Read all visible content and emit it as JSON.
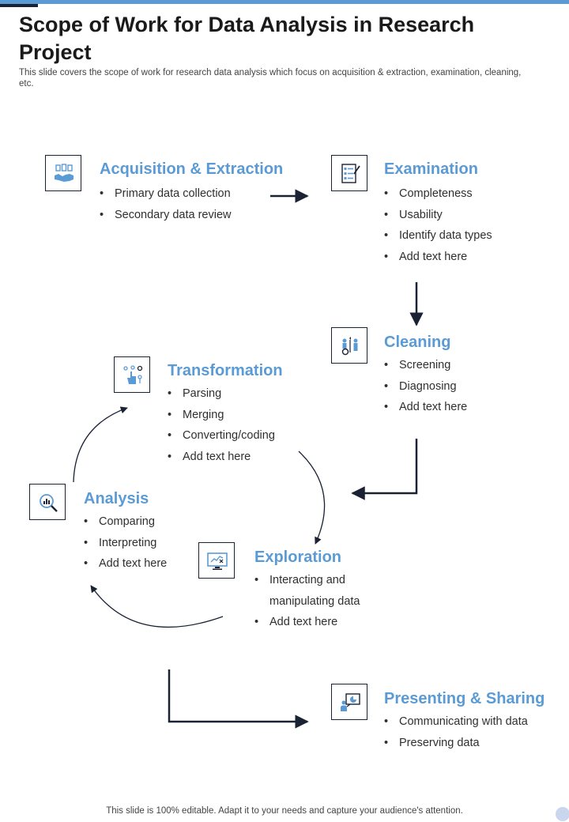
{
  "page": {
    "title": "Scope of Work for Data Analysis in Research Project",
    "subtitle": "This slide covers the scope of work for research data analysis which focus on acquisition & extraction, examination, cleaning, etc.",
    "footer": "This slide is 100% editable. Adapt it to your needs and capture your audience's attention."
  },
  "colors": {
    "accent": "#5b9bd5",
    "dark": "#1a2233",
    "text": "#2f2f2f"
  },
  "stages": {
    "acquisition": {
      "icon": "handshake-icon",
      "heading": "Acquisition & Extraction",
      "items": [
        "Primary data collection",
        "Secondary data review"
      ]
    },
    "examination": {
      "icon": "checklist-icon",
      "heading": "Examination",
      "items": [
        "Completeness",
        "Usability",
        "Identify data types",
        "Add text here"
      ]
    },
    "cleaning": {
      "icon": "people-gear-icon",
      "heading": "Cleaning",
      "items": [
        "Screening",
        "Diagnosing",
        "Add text here"
      ]
    },
    "transformation": {
      "icon": "hand-gear-icon",
      "heading": "Transformation",
      "items": [
        "Parsing",
        "Merging",
        "Converting/coding",
        "Add text here"
      ]
    },
    "analysis": {
      "icon": "magnifier-chart-icon",
      "heading": "Analysis",
      "items": [
        "Comparing",
        "Interpreting",
        "Add text here"
      ]
    },
    "exploration": {
      "icon": "monitor-chart-icon",
      "heading": "Exploration",
      "items": [
        "Interacting and",
        "manipulating data",
        "Add text here"
      ]
    },
    "presenting": {
      "icon": "presentation-icon",
      "heading": "Presenting & Sharing",
      "items": [
        "Communicating with data",
        "Preserving data"
      ]
    }
  }
}
